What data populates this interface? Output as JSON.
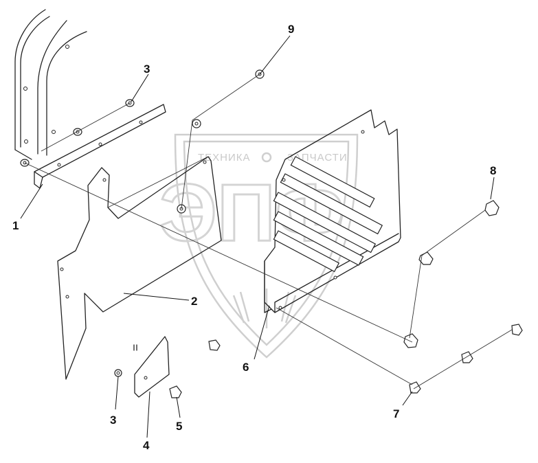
{
  "watermark": {
    "text_left": "ТЕХНИКА",
    "text_right": "ЗАПЧАСТИ",
    "logo_letters": "ЭПФ"
  },
  "callouts": [
    {
      "id": "c1",
      "label": "1"
    },
    {
      "id": "c2",
      "label": "2"
    },
    {
      "id": "c3a",
      "label": "3"
    },
    {
      "id": "c3b",
      "label": "3"
    },
    {
      "id": "c4",
      "label": "4"
    },
    {
      "id": "c5",
      "label": "5"
    },
    {
      "id": "c6",
      "label": "6"
    },
    {
      "id": "c7",
      "label": "7"
    },
    {
      "id": "c8",
      "label": "8"
    },
    {
      "id": "c9",
      "label": "9"
    }
  ]
}
